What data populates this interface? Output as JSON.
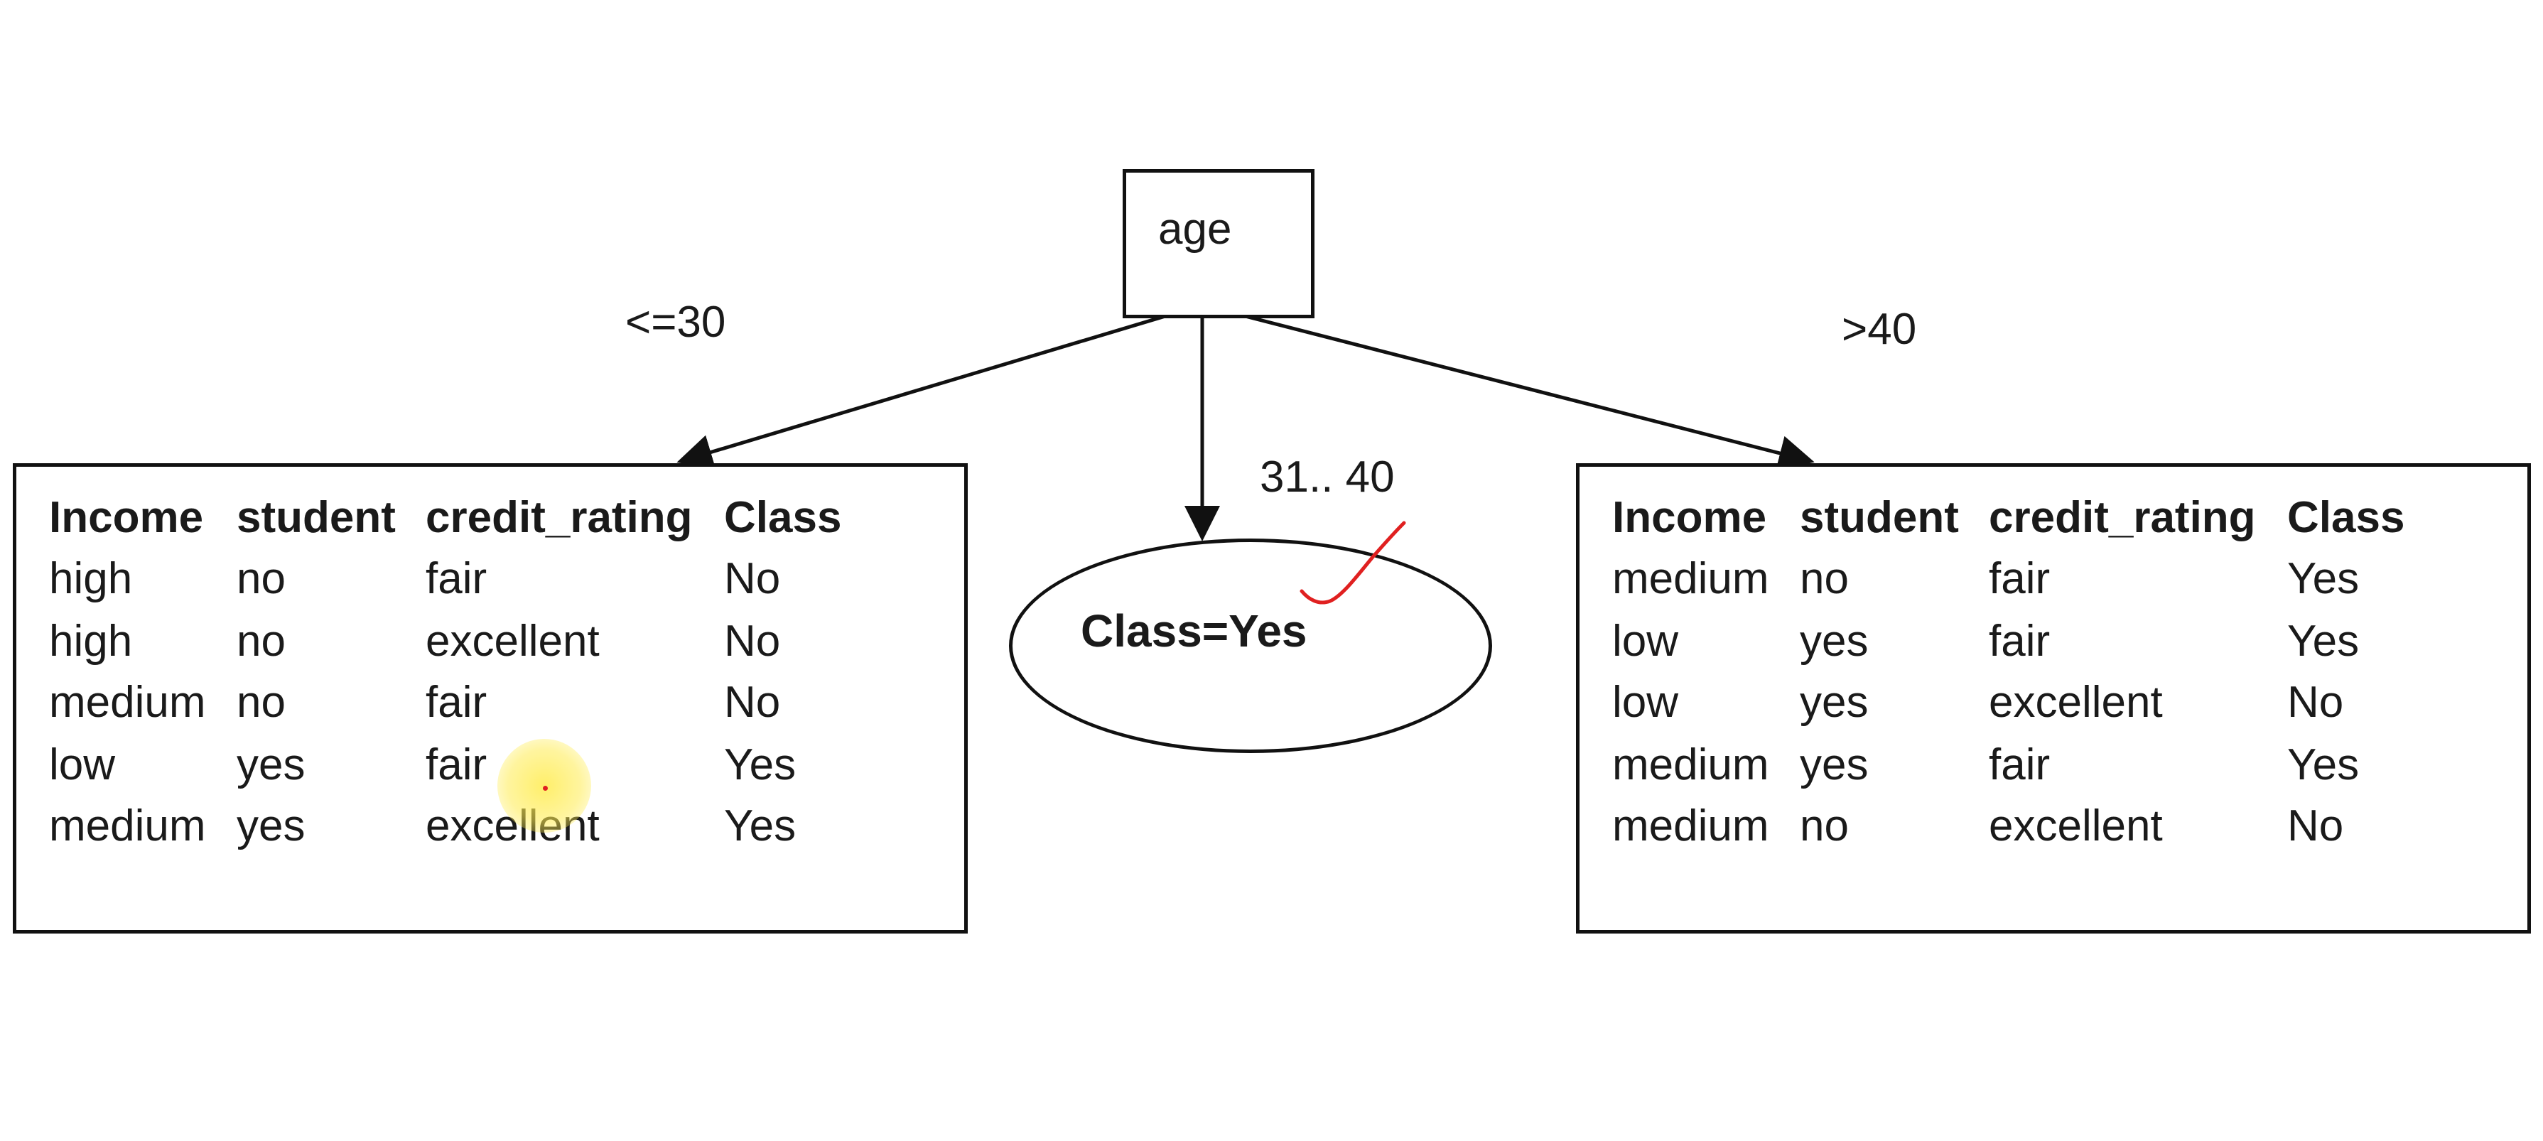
{
  "root": {
    "label": "age"
  },
  "edges": {
    "left_label": "<=30",
    "mid_label": "31.. 40",
    "right_label": ">40"
  },
  "leaf": {
    "label": "Class=Yes"
  },
  "table_left": {
    "headers": [
      "Income",
      "student",
      "credit_rating",
      "Class"
    ],
    "rows": [
      [
        "high",
        "no",
        "fair",
        "No"
      ],
      [
        "high",
        "no",
        "excellent",
        "No"
      ],
      [
        "medium",
        "no",
        "fair",
        "No"
      ],
      [
        "low",
        "yes",
        "fair",
        "Yes"
      ],
      [
        "medium",
        "yes",
        "excellent",
        "Yes"
      ]
    ]
  },
  "table_right": {
    "headers": [
      "Income",
      "student",
      "credit_rating",
      "Class"
    ],
    "rows": [
      [
        "medium",
        "no",
        "fair",
        "Yes"
      ],
      [
        "low",
        "yes",
        "fair",
        "Yes"
      ],
      [
        "low",
        "yes",
        "excellent",
        "No"
      ],
      [
        "medium",
        "yes",
        "fair",
        "Yes"
      ],
      [
        "medium",
        "no",
        "excellent",
        "No"
      ]
    ]
  },
  "colors": {
    "line": "#111111",
    "annotation": "#e02020",
    "highlight": "#ffec50"
  }
}
